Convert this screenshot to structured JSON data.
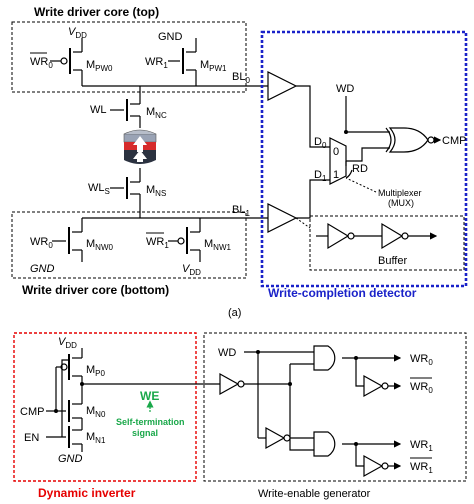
{
  "panel_a": {
    "top_core_title": "Write driver core (top)",
    "bottom_core_title": "Write driver core (bottom)",
    "detector_title": "Write-completion detector",
    "caption": "(a)",
    "vdd": "V",
    "vdd_sub": "DD",
    "gnd": "GND",
    "wr0_bar": "WR",
    "wr0_sub": "0",
    "wr1": "WR",
    "wr1_sub": "1",
    "m_pw0": "M",
    "m_pw0_sub": "PW0",
    "m_pw1": "M",
    "m_pw1_sub": "PW1",
    "m_nw0": "M",
    "m_nw0_sub": "NW0",
    "m_nw1": "M",
    "m_nw1_sub": "NW1",
    "wl": "WL",
    "m_nc": "M",
    "m_nc_sub": "NC",
    "wls": "WL",
    "wls_sub": "S",
    "m_ns": "M",
    "m_ns_sub": "NS",
    "bl0": "BL",
    "bl0_sub": "0",
    "bl1": "BL",
    "bl1_sub": "1",
    "wd": "WD",
    "d0": "D",
    "d0_sub": "0",
    "d1": "D",
    "d1_sub": "1",
    "mux_0": "0",
    "mux_1": "1",
    "rd": "RD",
    "cmp": "CMP",
    "mux_label_1": "Multiplexer",
    "mux_label_2": "(MUX)",
    "buffer": "Buffer"
  },
  "panel_b": {
    "dyn_title": "Dynamic inverter",
    "gen_title": "Write-enable generator",
    "vdd": "V",
    "vdd_sub": "DD",
    "gnd": "GND",
    "m_p0": "M",
    "m_p0_sub": "P0",
    "m_n0": "M",
    "m_n0_sub": "N0",
    "m_n1": "M",
    "m_n1_sub": "N1",
    "cmp": "CMP",
    "en": "EN",
    "we": "WE",
    "self_term_1": "Self-termination",
    "self_term_2": "signal",
    "wd": "WD",
    "wr": "WR",
    "sub0": "0",
    "sub1": "1"
  },
  "colors": {
    "detector_border": "#1a22c9",
    "dynamic_border": "#e60000",
    "we_signal": "#1aa84a"
  }
}
